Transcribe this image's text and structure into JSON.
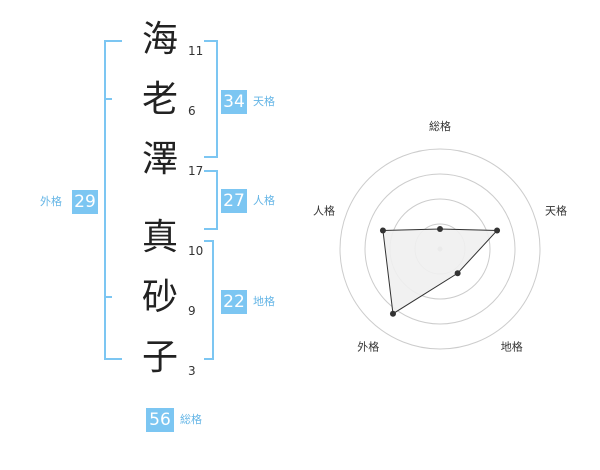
{
  "name": {
    "characters": [
      {
        "char": "海",
        "strokes": "11"
      },
      {
        "char": "老",
        "strokes": "6"
      },
      {
        "char": "澤",
        "strokes": "17"
      },
      {
        "char": "真",
        "strokes": "10"
      },
      {
        "char": "砂",
        "strokes": "9"
      },
      {
        "char": "子",
        "strokes": "3"
      }
    ]
  },
  "fortunes": {
    "tenkaku": {
      "value": "34",
      "label": "天格"
    },
    "jinkaku": {
      "value": "27",
      "label": "人格"
    },
    "chikaku": {
      "value": "22",
      "label": "地格"
    },
    "gaikaku": {
      "value": "29",
      "label": "外格"
    },
    "soukaku": {
      "value": "56",
      "label": "総格"
    }
  },
  "colors": {
    "accent": "#7cc6f2",
    "label": "#64b5e6"
  },
  "chart_data": {
    "type": "radar",
    "axes": [
      "総格",
      "天格",
      "地格",
      "外格",
      "人格"
    ],
    "values": [
      1,
      3,
      1.5,
      4,
      3
    ],
    "rmax": 5,
    "grid_rings": 4
  }
}
